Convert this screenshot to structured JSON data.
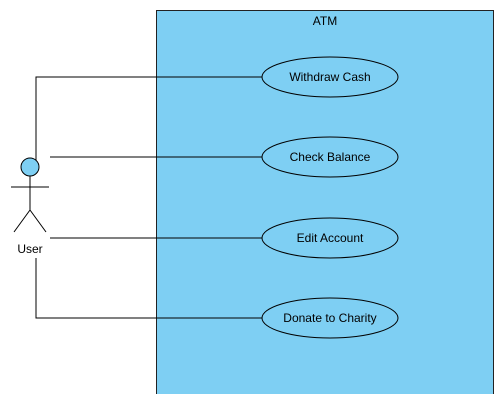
{
  "system": {
    "title": "ATM",
    "fill_color": "#7ecff3"
  },
  "actor": {
    "name": "User",
    "head_color": "#7ecff3"
  },
  "use_cases": [
    {
      "label": "Withdraw Cash"
    },
    {
      "label": "Check Balance"
    },
    {
      "label": "Edit Account"
    },
    {
      "label": "Donate to Charity"
    }
  ],
  "use_case_fill": "#7ecff3"
}
